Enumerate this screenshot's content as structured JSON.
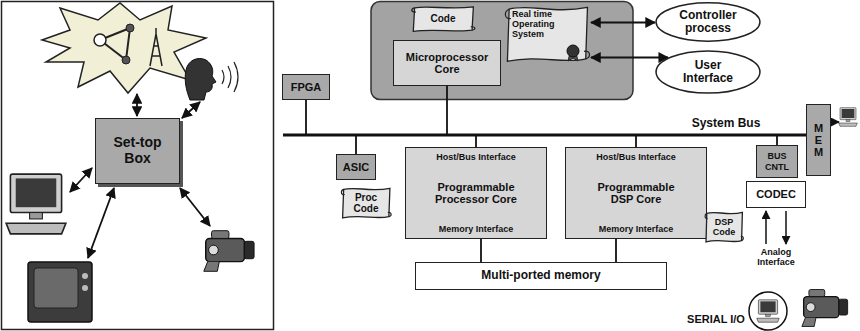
{
  "diagram": {
    "nodes": [
      {
        "text": [
          "Set-top Box"
        ]
      },
      {
        "text": [
          "Code"
        ]
      },
      {
        "text": [
          "Real time Operating System"
        ]
      },
      {
        "text": [
          "Microprocessor Core"
        ]
      },
      {
        "text": [
          "Controller process"
        ]
      },
      {
        "text": [
          "User Interface"
        ]
      },
      {
        "text": [
          "FPGA"
        ]
      },
      {
        "text": [
          "ASIC"
        ]
      },
      {
        "text": [
          "Proc Code"
        ]
      },
      {
        "text": [
          "Host/Bus Interface",
          "Programmable Processor Core",
          "Memory Interface"
        ]
      },
      {
        "text": [
          "Host/Bus Interface",
          "Programmable DSP Core",
          "Memory Interface"
        ]
      },
      {
        "text": [
          "MEM"
        ]
      },
      {
        "text": [
          "BUS CNTL"
        ]
      },
      {
        "text": [
          "CODEC"
        ]
      },
      {
        "text": [
          "DSP Code"
        ]
      },
      {
        "text": [
          "Multi-ported memory"
        ]
      }
    ],
    "edges": [
      {
        "from": 2,
        "to": 4,
        "arrow": "both"
      },
      {
        "from": 2,
        "to": 5,
        "arrow": "both"
      },
      {
        "from": 9,
        "to": 15,
        "arrow": "none"
      },
      {
        "from": 10,
        "to": 15,
        "arrow": "none"
      }
    ],
    "labels": [
      "System Bus",
      "Analog Interface",
      "SERIAL I/O"
    ]
  }
}
